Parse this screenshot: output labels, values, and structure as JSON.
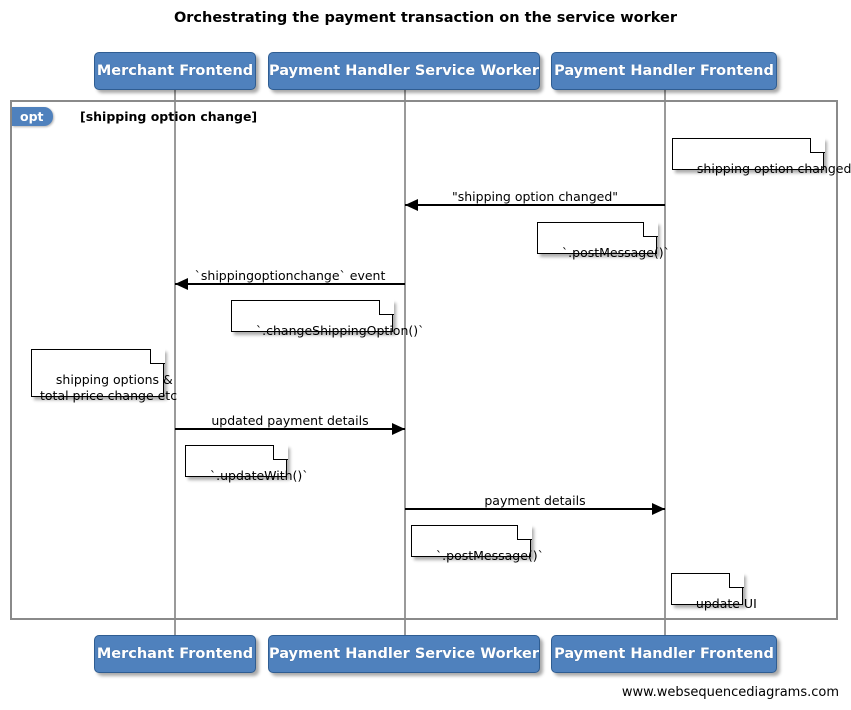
{
  "diagram": {
    "title": "Orchestrating the payment transaction on the service worker",
    "watermark": "www.websequencediagrams.com",
    "accent_color": "#4f81bd",
    "lifeline_color": "#9a9a9a",
    "frame_color": "#8a8a8a",
    "note_background": "#ffffff",
    "text_color": "#000000"
  },
  "participants": [
    {
      "id": "merchant-frontend",
      "label": "Merchant Frontend"
    },
    {
      "id": "payment-handler-service-worker",
      "label": "Payment Handler Service Worker"
    },
    {
      "id": "payment-handler-frontend",
      "label": "Payment Handler Frontend"
    }
  ],
  "fragment": {
    "type": "opt",
    "tag": "opt",
    "guard": "[shipping option change]"
  },
  "messages": [
    {
      "id": "shipping-option-changed",
      "label": "\"shipping option changed\"",
      "from": "payment-handler-frontend",
      "to": "payment-handler-service-worker",
      "direction": "left"
    },
    {
      "id": "shippingoptionchange-event",
      "label": "`shippingoptionchange` event",
      "from": "payment-handler-service-worker",
      "to": "merchant-frontend",
      "direction": "left"
    },
    {
      "id": "updated-payment-details",
      "label": "updated payment details",
      "from": "merchant-frontend",
      "to": "payment-handler-service-worker",
      "direction": "right"
    },
    {
      "id": "payment-details",
      "label": "payment details",
      "from": "payment-handler-service-worker",
      "to": "payment-handler-frontend",
      "direction": "right"
    }
  ],
  "notes": [
    {
      "id": "note-shipping-option-changed",
      "text": "shipping option changed"
    },
    {
      "id": "note-post-message-1",
      "text": "`.postMessage()`"
    },
    {
      "id": "note-change-shipping-option",
      "text": "`.changeShippingOption()`"
    },
    {
      "id": "note-shipping-options-total-price",
      "text": "shipping options &\ntotal price change etc"
    },
    {
      "id": "note-update-with",
      "text": "`.updateWith()`"
    },
    {
      "id": "note-post-message-2",
      "text": "`.postMessage()`"
    },
    {
      "id": "note-update-ui",
      "text": "update UI"
    }
  ]
}
